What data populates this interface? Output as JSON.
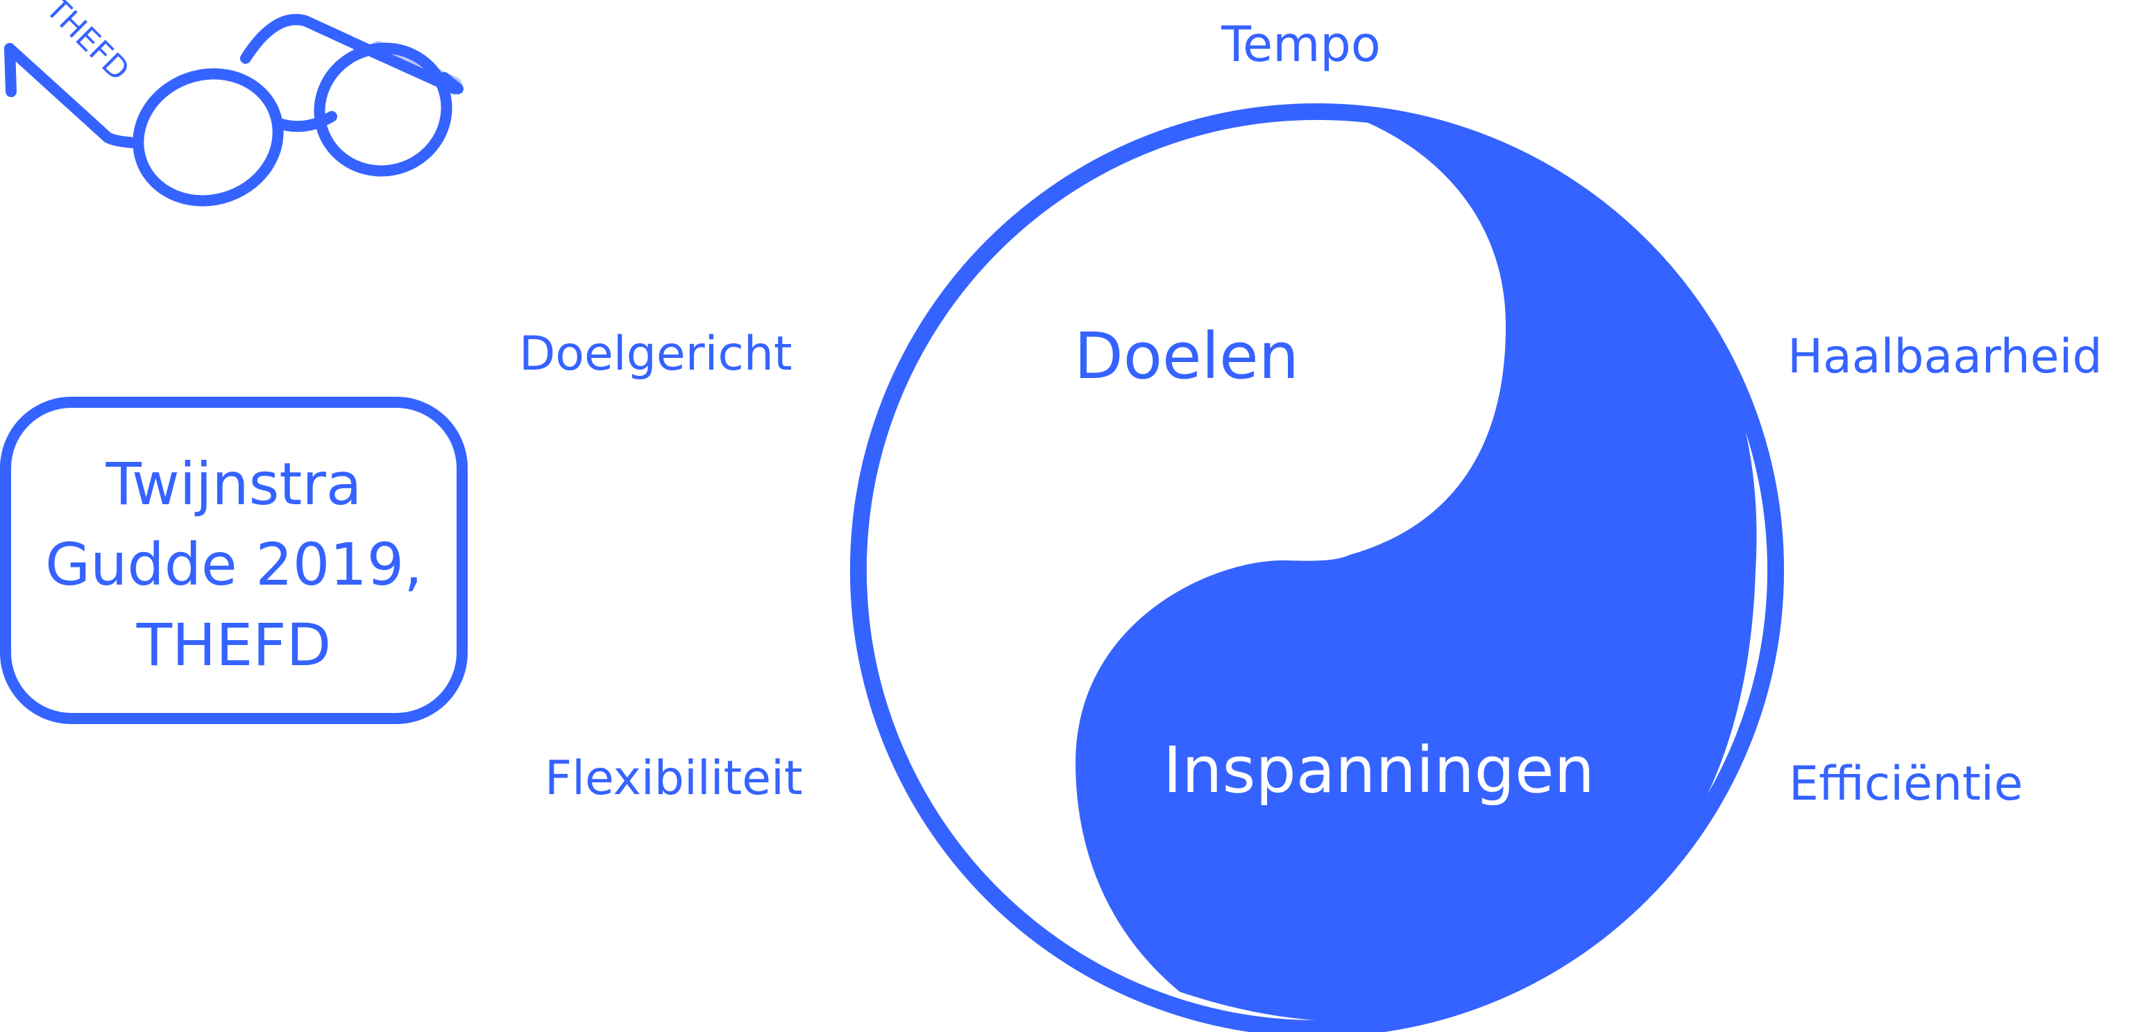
{
  "colors": {
    "accent": "#3563ff",
    "background": "#ffffff",
    "lens_tint": "#b9c7ff"
  },
  "logo": {
    "text": "THEFD",
    "icon": "glasses-icon"
  },
  "citation": {
    "line1": "Twijnstra",
    "line2": "Gudde 2019,",
    "line3": "THEFD"
  },
  "diagram": {
    "top_label": "Tempo",
    "goals_label": "Doelen",
    "efforts_label": "Inspanningen",
    "side_labels": {
      "left_top": "Doelgericht",
      "left_bottom": "Flexibiliteit",
      "right_top": "Haalbaarheid",
      "right_bottom": "Efficiëntie"
    }
  }
}
